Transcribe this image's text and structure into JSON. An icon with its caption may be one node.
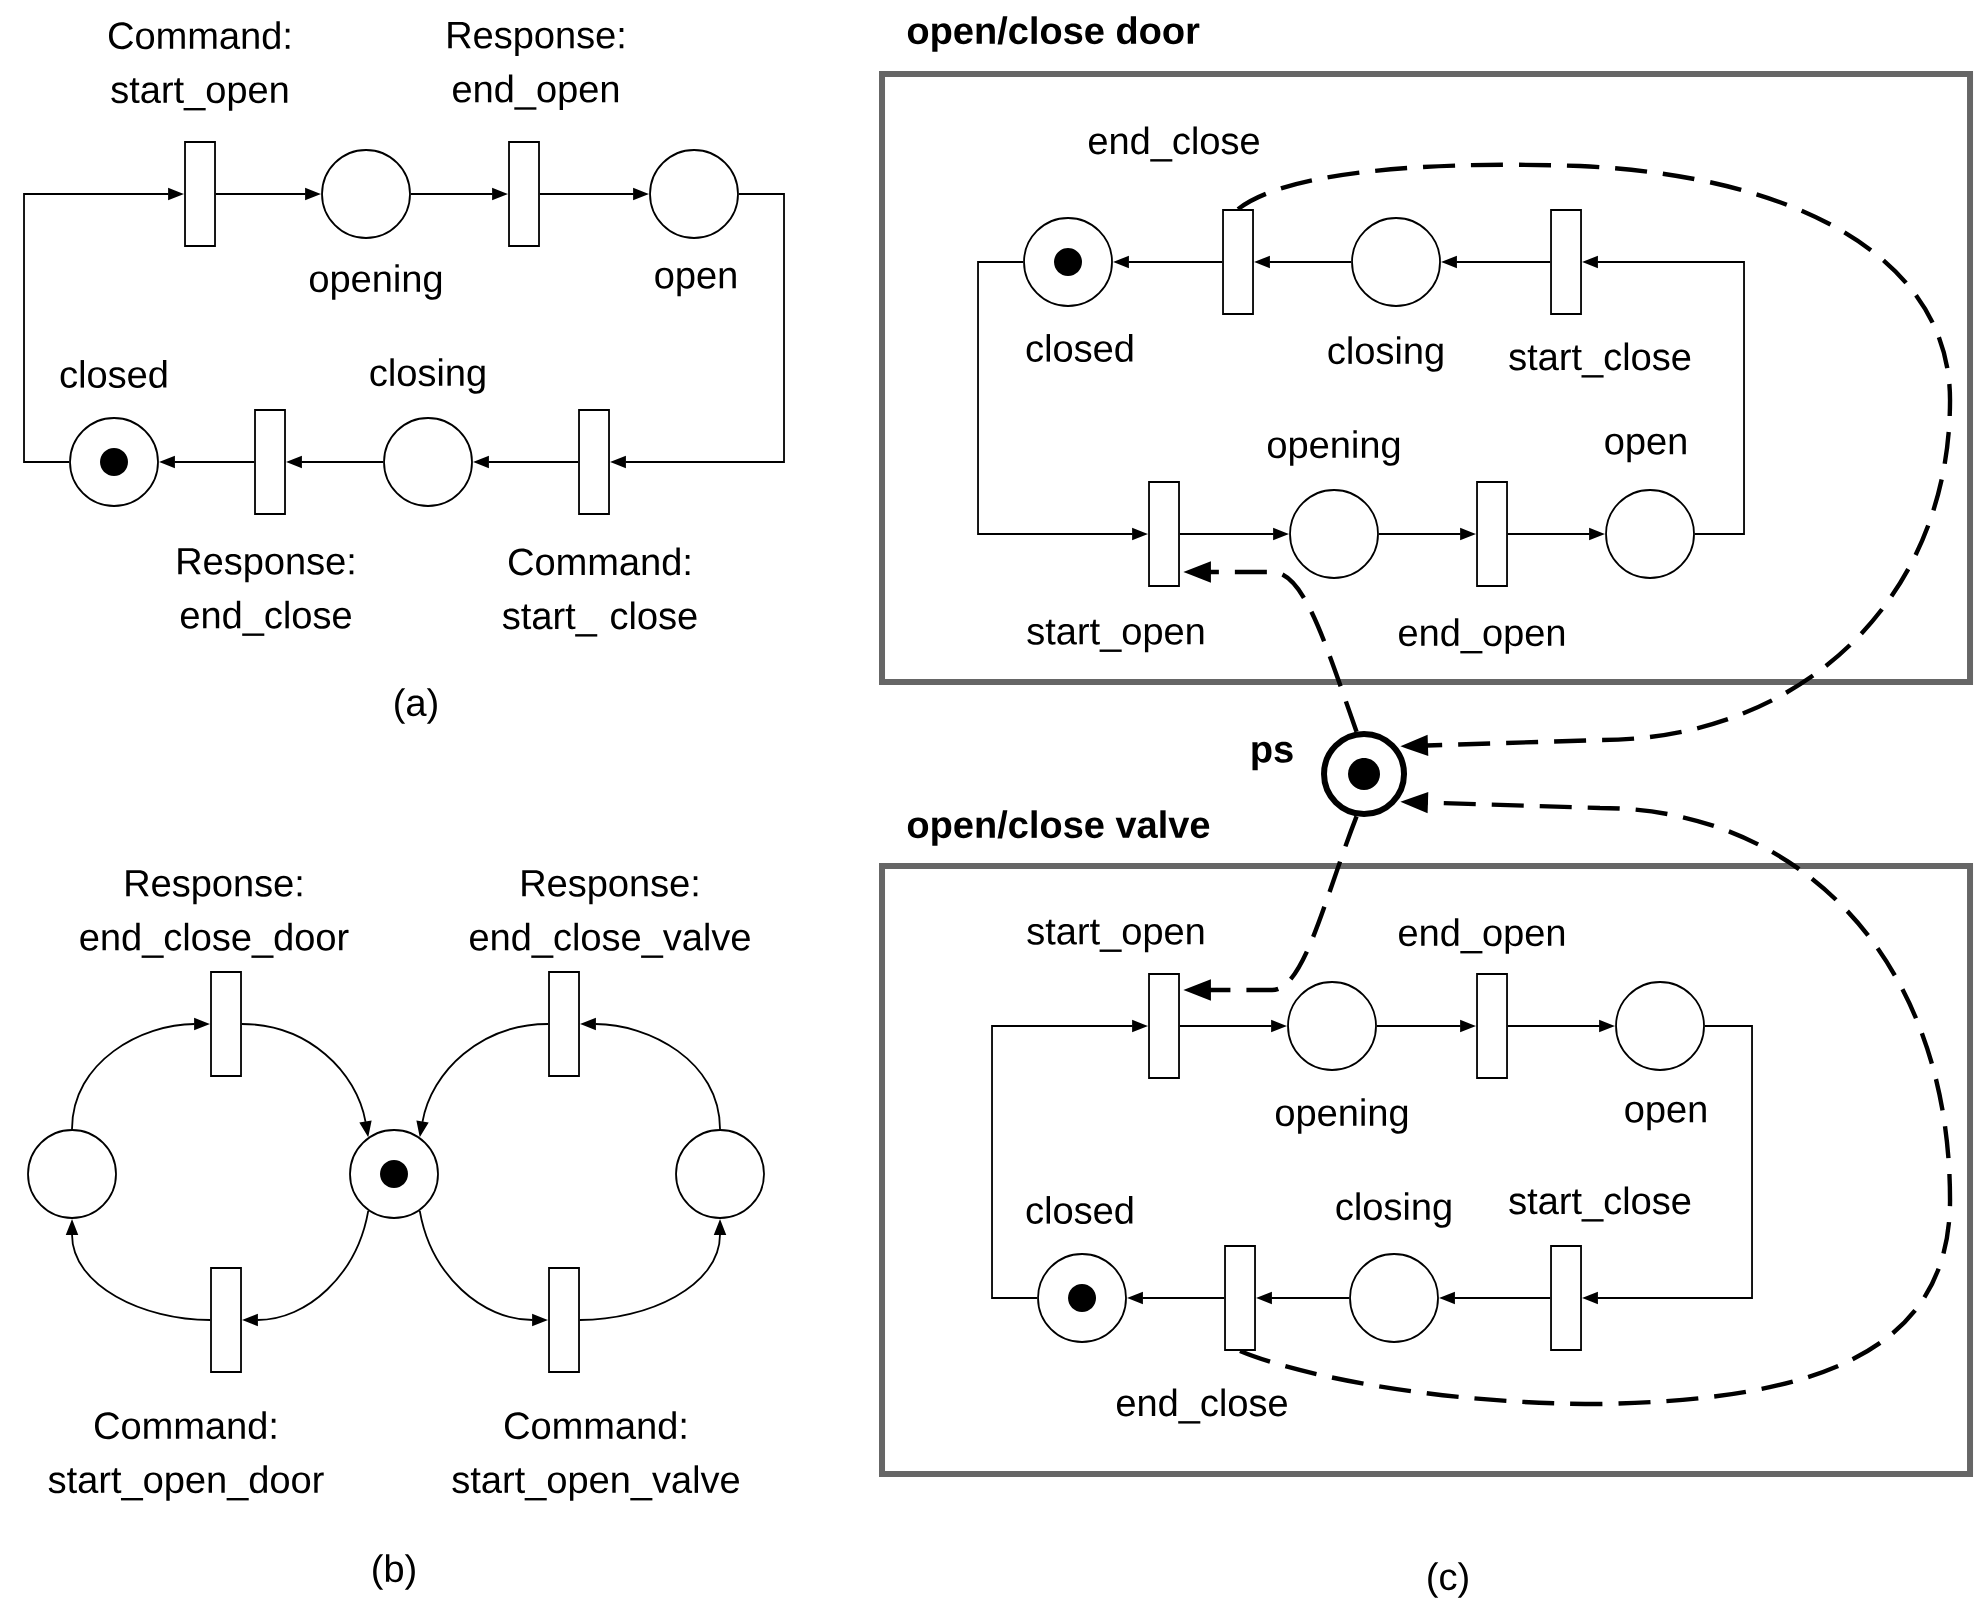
{
  "diagram": {
    "nodes": [
      {
        "text": [
          "Command: start_open"
        ]
      },
      {
        "text": [
          "opening"
        ]
      },
      {
        "text": [
          "Response: end_open"
        ]
      },
      {
        "text": [
          "open"
        ]
      },
      {
        "text": [
          "closed"
        ]
      },
      {
        "text": [
          "closing"
        ]
      },
      {
        "text": [
          "Response: end_close"
        ]
      },
      {
        "text": [
          "Command: start_ close"
        ]
      },
      {
        "text": [
          "Response: end_close_door"
        ]
      },
      {
        "text": [
          "Response: end_close_valve"
        ]
      },
      {
        "text": [],
        "shape": "circle"
      },
      {
        "text": [],
        "shape": "circle"
      },
      {
        "text": [],
        "shape": "circle"
      },
      {
        "text": [
          "Command: start_open_door"
        ]
      },
      {
        "text": [
          "Command: start_open_valve"
        ]
      },
      {
        "text": [
          "open/close door"
        ]
      },
      {
        "text": [
          "end_close"
        ],
        "in": 15
      },
      {
        "text": [
          "closed"
        ],
        "in": 15
      },
      {
        "text": [
          "closing"
        ],
        "in": 15
      },
      {
        "text": [
          "start_close"
        ],
        "in": 15
      },
      {
        "text": [
          "opening"
        ],
        "in": 15
      },
      {
        "text": [
          "open"
        ],
        "in": 15
      },
      {
        "text": [
          "start_open"
        ],
        "in": 15
      },
      {
        "text": [
          "end_open"
        ],
        "in": 15
      },
      {
        "text": [
          "ps"
        ]
      },
      {
        "text": [
          "open/close valve"
        ]
      },
      {
        "text": [
          "start_open"
        ],
        "in": 25
      },
      {
        "text": [
          "end_open"
        ],
        "in": 25
      },
      {
        "text": [
          "opening"
        ],
        "in": 25
      },
      {
        "text": [
          "open"
        ],
        "in": 25
      },
      {
        "text": [
          "closed"
        ],
        "in": 25
      },
      {
        "text": [
          "closing"
        ],
        "in": 25
      },
      {
        "text": [
          "start_close"
        ],
        "in": 25
      },
      {
        "text": [
          "end_close"
        ],
        "in": 25
      }
    ],
    "edges": [
      {
        "from": 4,
        "to": 0,
        "arrow": "to"
      },
      {
        "from": 0,
        "to": 1,
        "arrow": "to"
      },
      {
        "from": 1,
        "to": 2,
        "arrow": "to"
      },
      {
        "from": 2,
        "to": 3,
        "arrow": "to"
      },
      {
        "from": 3,
        "to": 7,
        "arrow": "to"
      },
      {
        "from": 7,
        "to": 5,
        "arrow": "to"
      },
      {
        "from": 5,
        "to": 6,
        "arrow": "to"
      },
      {
        "from": 6,
        "to": 4,
        "arrow": "to"
      },
      {
        "from": 10,
        "to": 8,
        "arrow": "to"
      },
      {
        "from": 8,
        "to": 11,
        "arrow": "to"
      },
      {
        "from": 11,
        "to": 13,
        "arrow": "to"
      },
      {
        "from": 13,
        "to": 10,
        "arrow": "to"
      },
      {
        "from": 12,
        "to": 9,
        "arrow": "to"
      },
      {
        "from": 9,
        "to": 11,
        "arrow": "to"
      },
      {
        "from": 11,
        "to": 14,
        "arrow": "to"
      },
      {
        "from": 14,
        "to": 12,
        "arrow": "to"
      },
      {
        "from": 17,
        "to": 22,
        "arrow": "to"
      },
      {
        "from": 22,
        "to": 20,
        "arrow": "to"
      },
      {
        "from": 20,
        "to": 23,
        "arrow": "to"
      },
      {
        "from": 23,
        "to": 21,
        "arrow": "to"
      },
      {
        "from": 21,
        "to": 19,
        "arrow": "to"
      },
      {
        "from": 19,
        "to": 18,
        "arrow": "to"
      },
      {
        "from": 18,
        "to": 16,
        "arrow": "to"
      },
      {
        "from": 16,
        "to": 17,
        "arrow": "to"
      },
      {
        "from": 30,
        "to": 26,
        "arrow": "to"
      },
      {
        "from": 26,
        "to": 28,
        "arrow": "to"
      },
      {
        "from": 28,
        "to": 27,
        "arrow": "to"
      },
      {
        "from": 27,
        "to": 29,
        "arrow": "to"
      },
      {
        "from": 29,
        "to": 32,
        "arrow": "to"
      },
      {
        "from": 32,
        "to": 31,
        "arrow": "to"
      },
      {
        "from": 31,
        "to": 33,
        "arrow": "to"
      },
      {
        "from": 33,
        "to": 30,
        "arrow": "to"
      },
      {
        "from": 24,
        "to": 22,
        "arrow": "to",
        "style": "dashed"
      },
      {
        "from": 16,
        "to": 24,
        "arrow": "to",
        "style": "dashed"
      },
      {
        "from": 33,
        "to": 24,
        "arrow": "to",
        "style": "dashed"
      },
      {
        "from": 24,
        "to": 26,
        "arrow": "to",
        "style": "dashed"
      }
    ],
    "labels": [
      "(a)",
      "(b)",
      "(c)"
    ]
  }
}
